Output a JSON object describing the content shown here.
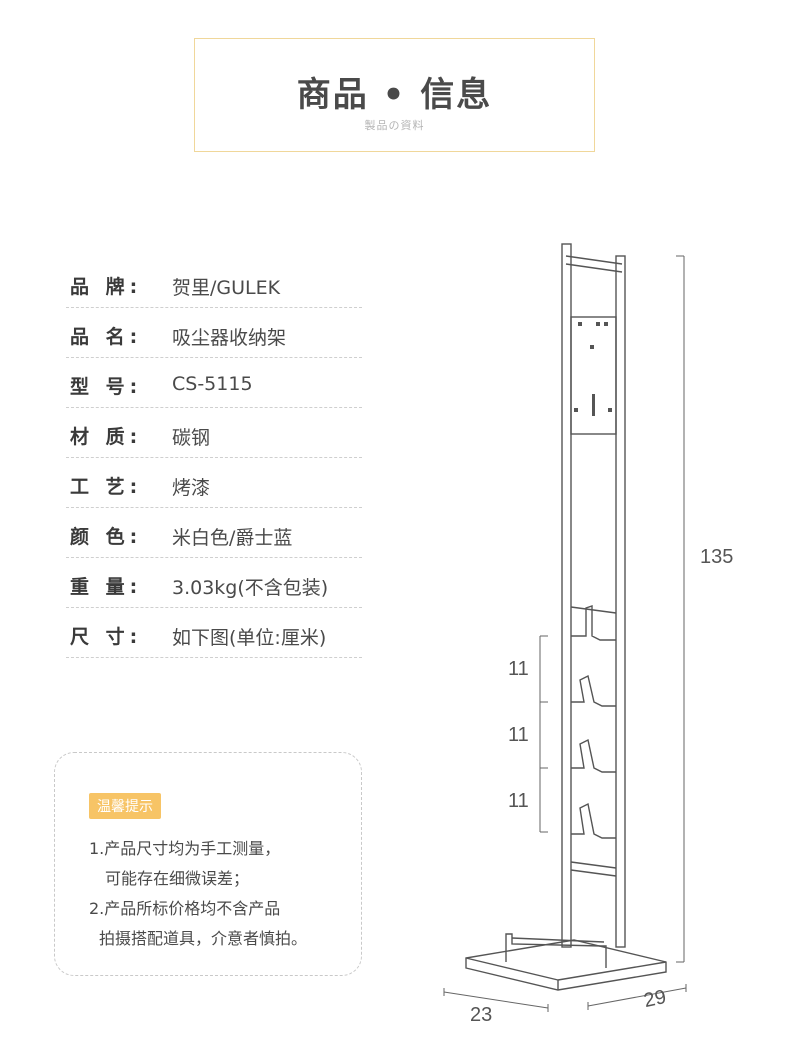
{
  "header": {
    "title": "商品 • 信息",
    "subtitle": "製品の資料"
  },
  "specs": [
    {
      "label": "品 牌:",
      "value": "贺里/GULEK"
    },
    {
      "label": "品 名:",
      "value": "吸尘器收纳架"
    },
    {
      "label": "型 号:",
      "value": "CS-5115"
    },
    {
      "label": "材 质:",
      "value": "碳钢"
    },
    {
      "label": "工 艺:",
      "value": "烤漆"
    },
    {
      "label": "颜 色:",
      "value": "米白色/爵士蓝"
    },
    {
      "label": "重 量:",
      "value": "3.03kg(不含包装)"
    },
    {
      "label": "尺 寸:",
      "value": "如下图(单位:厘米)"
    }
  ],
  "tips": {
    "badge": "温馨提示",
    "lines": [
      "1.产品尺寸均为手工测量，",
      "可能存在细微误差；",
      "2.产品所标价格均不含产品",
      "拍摄搭配道具，介意者慎拍。"
    ]
  },
  "dimensions": {
    "height": "135",
    "gap1": "11",
    "gap2": "11",
    "gap3": "11",
    "width": "23",
    "depth": "29"
  },
  "colors": {
    "accent": "#f7c466",
    "border_gold": "#f0d79a",
    "line": "#555555"
  }
}
